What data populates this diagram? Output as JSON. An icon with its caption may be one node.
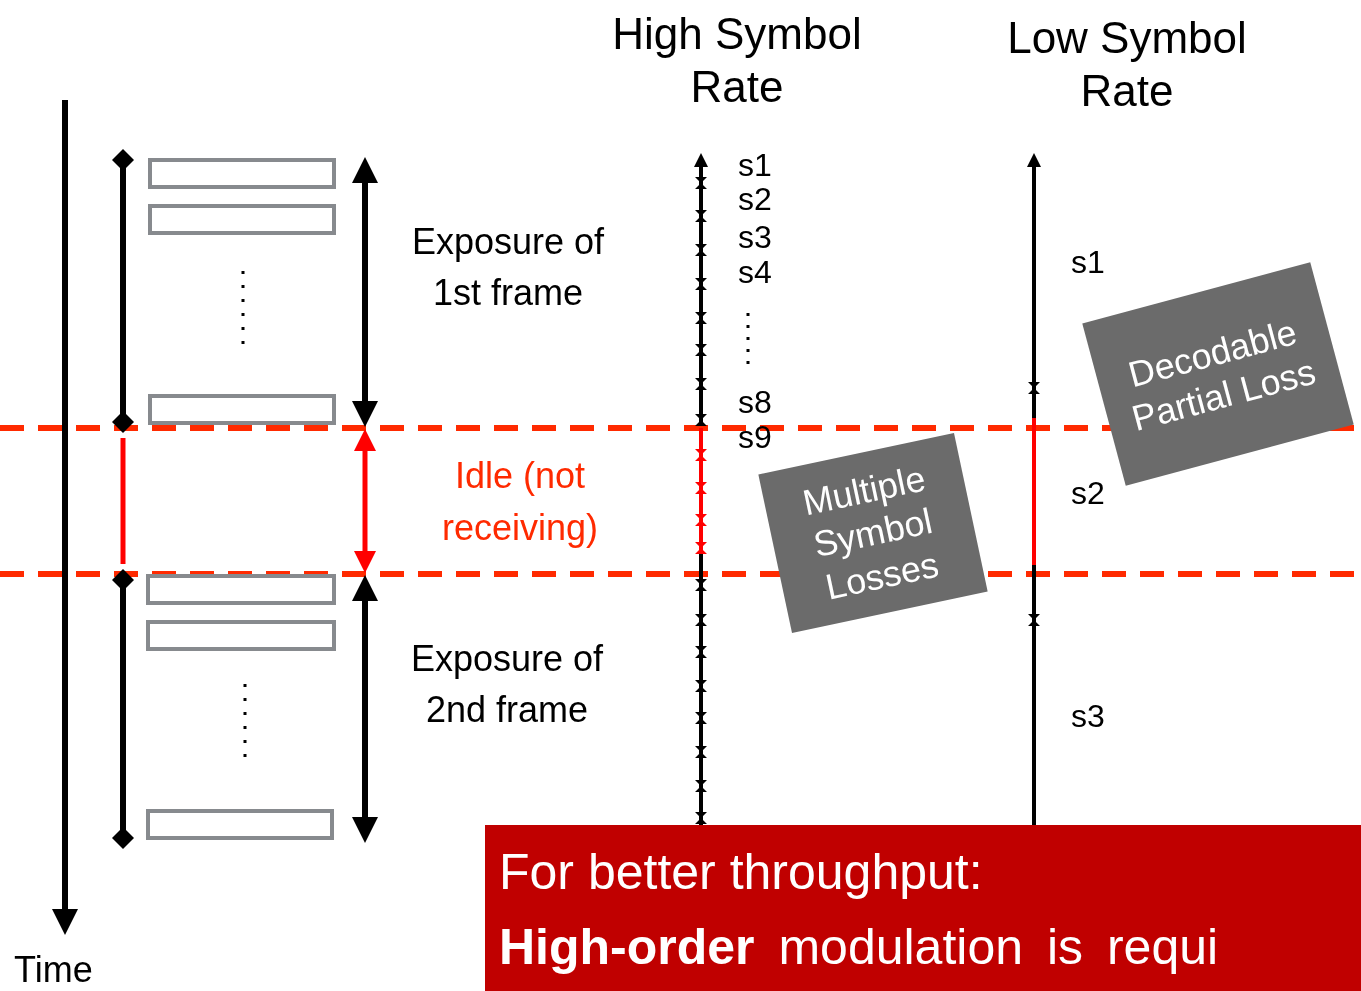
{
  "diagram": {
    "nodes": [
      {
        "text": [
          "Multiple Symbol Losses"
        ]
      },
      {
        "text": [
          "Decodable Partial Loss"
        ]
      },
      {
        "text": [
          "For better throughput:",
          "**High-order** modulation is requi"
        ]
      }
    ],
    "labels": [
      "High Symbol Rate",
      "Low Symbol Rate",
      "s1",
      "s2",
      "s3",
      "s4",
      "Exposure of 1st frame",
      "s1",
      "s8",
      "s9",
      "Idle (not receiving)",
      "s2",
      "Exposure of 2nd frame",
      "s3",
      "Time"
    ]
  }
}
